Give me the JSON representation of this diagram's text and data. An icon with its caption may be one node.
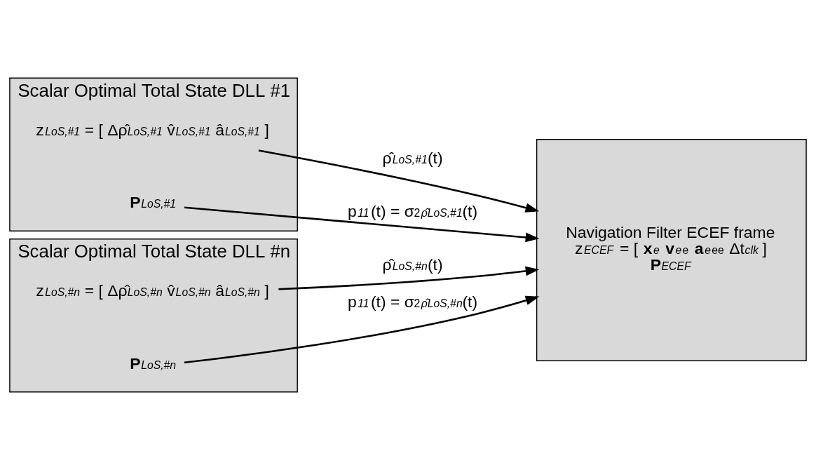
{
  "diagram": {
    "nodes": [
      {
        "text": [
          "Scalar Optimal Total State DLL #1"
        ]
      },
      {
        "text": [
          "z$_{LoS,#1}$ = [ Δρ̂$_{LoS,#1}$ v̂$_{LoS,#1}$ â$_{LoS,#1}$ ]"
        ],
        "in": 0
      },
      {
        "text": [
          "**P**$_{LoS,#1}$"
        ],
        "in": 0
      },
      {
        "text": [
          "Scalar Optimal Total State DLL #n"
        ]
      },
      {
        "text": [
          "z$_{LoS,#n}$ = [ Δρ̂$_{LoS,#n}$ v̂$_{LoS,#n}$ â$_{LoS,#n}$ ]"
        ],
        "in": 3
      },
      {
        "text": [
          "**P**$_{LoS,#n}$"
        ],
        "in": 3
      },
      {
        "text": [
          "Navigation Filter ECEF frame",
          "z$_{ECEF}$ = [ **x**$_{e}$ **v**$_{e}$$^{e}$ **a**$_{e}$$^{ee}$ Δt$_{clk}$ ]",
          "**P**$_{ECEF}$"
        ]
      }
    ],
    "edges": [
      {
        "from": 1,
        "to": 6,
        "arrow": "to",
        "label": "ρ̂$_{LoS,#1}$(t)"
      },
      {
        "from": 2,
        "to": 6,
        "arrow": "to",
        "label": "p$_{11}$(t) = σ$^{2}$$_{ρ̂LoS,#1}$(t)"
      },
      {
        "from": 4,
        "to": 6,
        "arrow": "to",
        "label": "ρ̂$_{LoS,#n}$(t)"
      },
      {
        "from": 5,
        "to": 6,
        "arrow": "to",
        "label": "p$_{11}$(t) = σ$^{2}$$_{ρ̂LoS,#n}$(t)"
      }
    ]
  }
}
